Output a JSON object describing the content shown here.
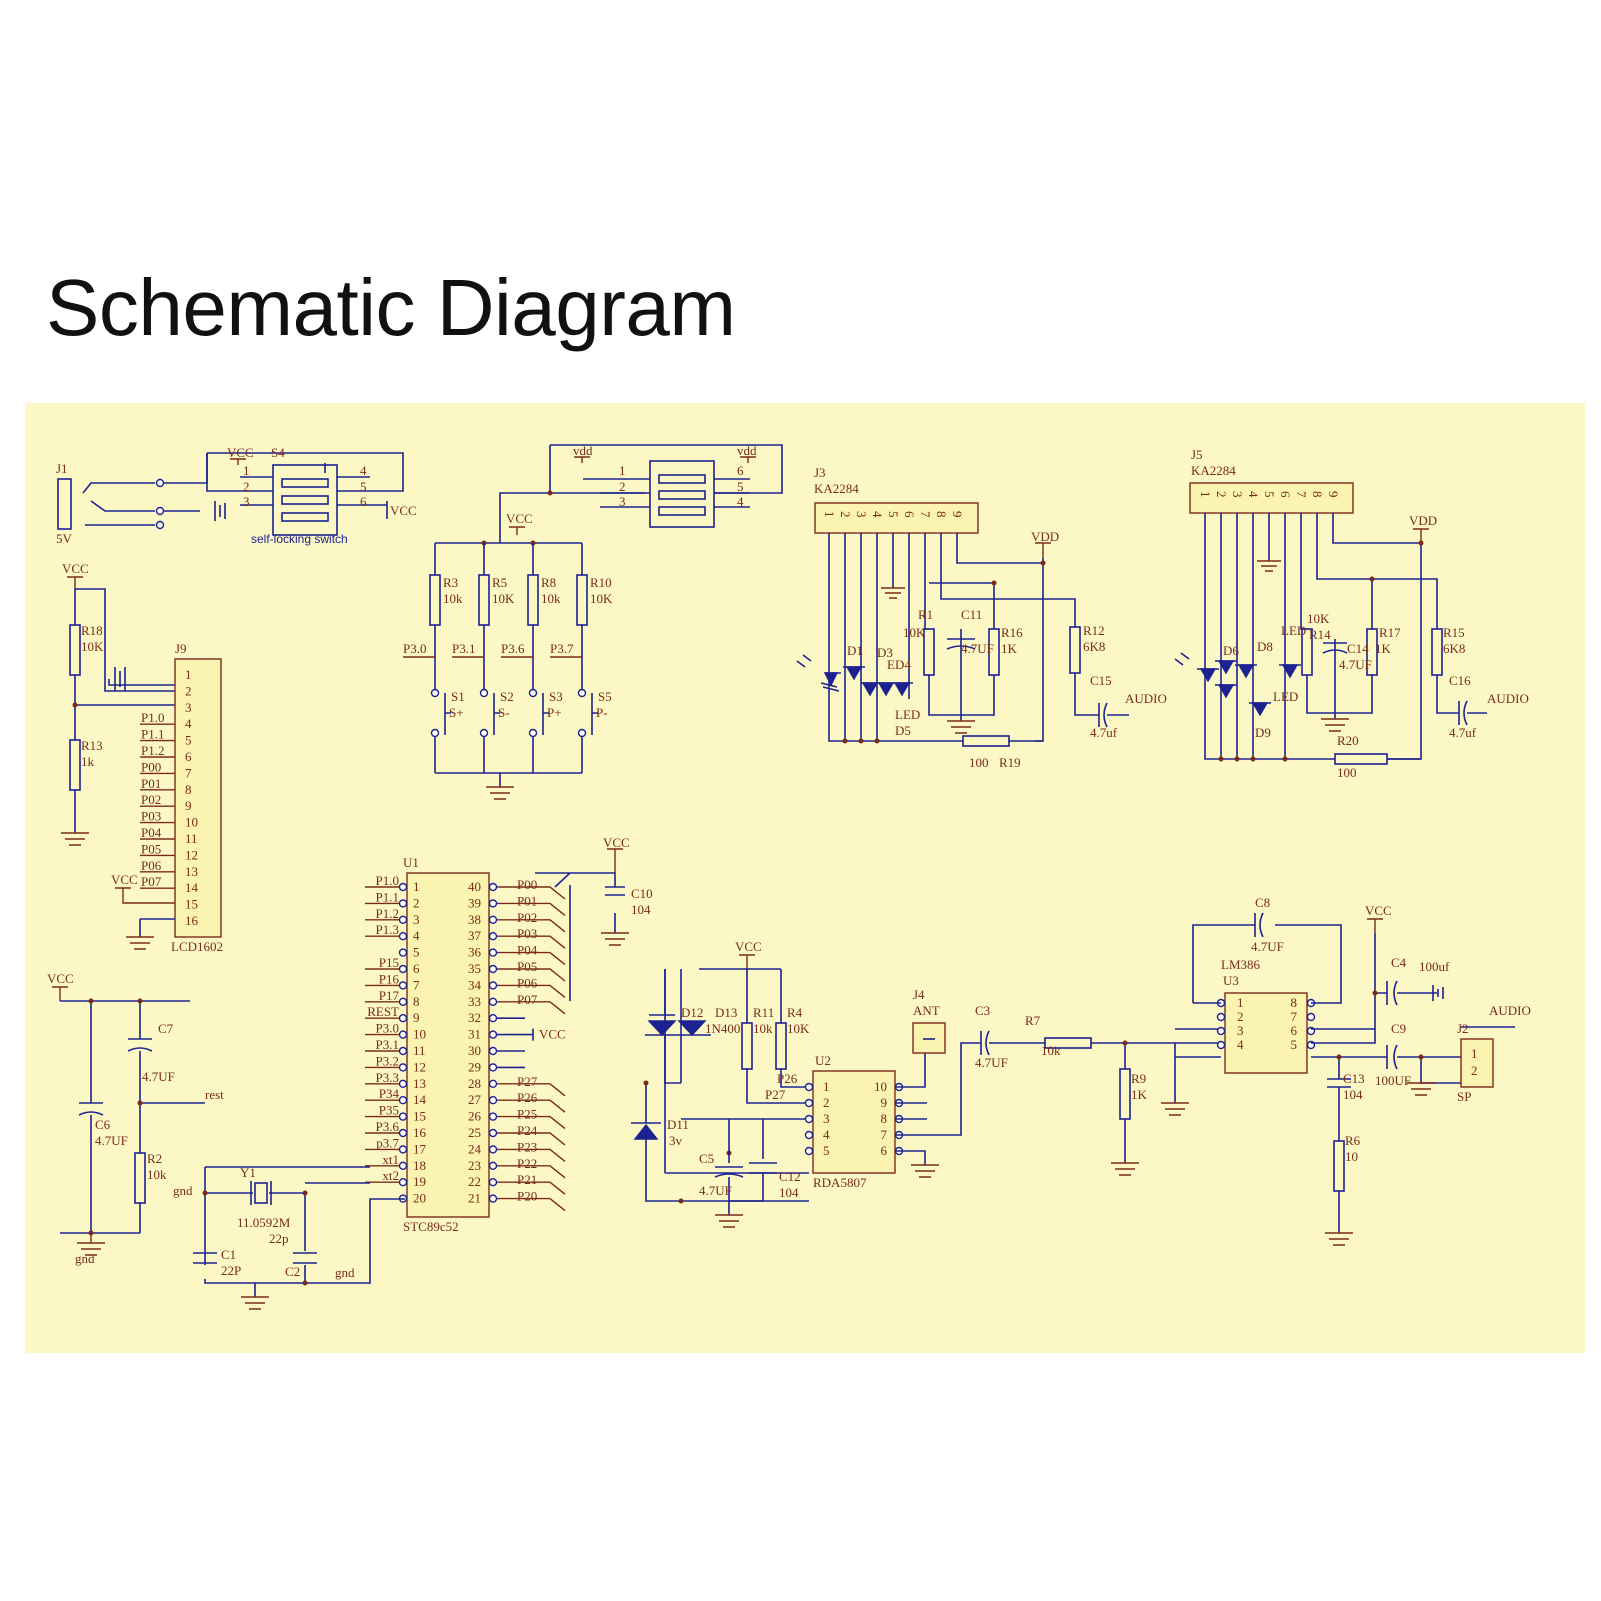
{
  "title": "Schematic Diagram",
  "colors": {
    "background": "#fcf8c6",
    "wire": "#1c2290",
    "label": "#7a2a1a",
    "chip": "#fbf3b0"
  },
  "power": {
    "j1": "J1",
    "j1_value": "5V",
    "s4": "S4",
    "s4_caption": "self-locking switch",
    "s4_vcc": "VCC",
    "s4_vcc2": "VCC",
    "s4_pins": [
      "1",
      "2",
      "3",
      "4",
      "5",
      "6"
    ],
    "s_vdd": "vdd",
    "s_vdd2": "vdd",
    "s_pins": [
      "1",
      "2",
      "3",
      "6",
      "5",
      "4"
    ]
  },
  "buttons": {
    "vcc": "VCC",
    "resistors": [
      {
        "ref": "R3",
        "value": "10k",
        "net": "P3.0",
        "sw": "S1",
        "func": "S+"
      },
      {
        "ref": "R5",
        "value": "10K",
        "net": "P3.1",
        "sw": "S2",
        "func": "S-"
      },
      {
        "ref": "R8",
        "value": "10k",
        "net": "P3.6",
        "sw": "S3",
        "func": "P+"
      },
      {
        "ref": "R10",
        "value": "10K",
        "net": "P3.7",
        "sw": "S5",
        "func": "P-"
      }
    ]
  },
  "lcd": {
    "ref": "J9",
    "name": "LCD1602",
    "vcc": "VCC",
    "vcc2": "VCC",
    "r18": "R18",
    "r18_value": "10K",
    "r13": "R13",
    "r13_value": "1k",
    "pins": [
      "1",
      "2",
      "3",
      "4",
      "5",
      "6",
      "7",
      "8",
      "9",
      "10",
      "11",
      "12",
      "13",
      "14",
      "15",
      "16"
    ],
    "nets": [
      "P1.0",
      "P1.1",
      "P1.2",
      "P00",
      "P01",
      "P02",
      "P03",
      "P04",
      "P05",
      "P06",
      "P07"
    ]
  },
  "mcu": {
    "ref": "U1",
    "name": "STC89c52",
    "left_pins": [
      "1",
      "2",
      "3",
      "4",
      "5",
      "6",
      "7",
      "8",
      "9",
      "10",
      "11",
      "12",
      "13",
      "14",
      "15",
      "16",
      "17",
      "18",
      "19",
      "20"
    ],
    "right_pins": [
      "40",
      "39",
      "38",
      "37",
      "36",
      "35",
      "34",
      "33",
      "32",
      "31",
      "30",
      "29",
      "28",
      "27",
      "26",
      "25",
      "24",
      "23",
      "22",
      "21"
    ],
    "left_nets": [
      "P1.0",
      "P1.1",
      "P1.2",
      "P1.3",
      "",
      "P15",
      "P16",
      "P17",
      "REST",
      "P3.0",
      "P3.1",
      "P3.2",
      "P3.3",
      "P34",
      "P35",
      "P3.6",
      "p3.7",
      "xt1",
      "xt2",
      ""
    ],
    "right_nets": [
      "P00",
      "P01",
      "P02",
      "P03",
      "P04",
      "P05",
      "P06",
      "P07",
      "",
      "VCC",
      "",
      "",
      "P27",
      "P26",
      "P25",
      "P24",
      "P23",
      "P22",
      "P21",
      "P20"
    ],
    "c10": "C10",
    "c10_value": "104",
    "vcc": "VCC"
  },
  "reset": {
    "vcc": "VCC",
    "c7": "C7",
    "c7_value": "4.7UF",
    "c6": "C6",
    "c6_value": "4.7UF",
    "rest": "rest",
    "r2": "R2",
    "r2_value": "10k",
    "gnd": "gnd",
    "gnd2": "gnd"
  },
  "crystal": {
    "y1": "Y1",
    "y1_value": "11.0592M",
    "c2_value": "22p",
    "c1": "C1",
    "c1_value": "22P",
    "c2": "C2"
  },
  "vu_left": {
    "ref": "J3",
    "name": "KA2284",
    "pins": [
      "1",
      "2",
      "3",
      "4",
      "5",
      "6",
      "7",
      "8",
      "9"
    ],
    "vdd": "VDD",
    "d1": "D1",
    "d3": "D3",
    "d4": "ED4",
    "d5": "D5",
    "led": "LED",
    "r1": "R1",
    "r1_value": "10K",
    "c11": "C11",
    "c11_value": "4.7UF",
    "r16": "R16",
    "r16_value": "1K",
    "r12": "R12",
    "r12_value": "6K8",
    "c15": "C15",
    "c15_value": "4.7uf",
    "audio": "AUDIO",
    "r19": "R19",
    "r19_value": "100"
  },
  "vu_right": {
    "ref": "J5",
    "name": "KA2284",
    "pins": [
      "1",
      "2",
      "3",
      "4",
      "5",
      "6",
      "7",
      "8",
      "9"
    ],
    "vdd": "VDD",
    "d6": "D6",
    "d8": "D8",
    "d9": "D9",
    "led": "LED",
    "led2": "LED",
    "r14": "R14",
    "r14_value": "10K",
    "c14": "C14",
    "c14_value": "4.7UF",
    "r17": "R17",
    "r17_value": "1K",
    "r15": "R15",
    "r15_value": "6K8",
    "c16": "C16",
    "c16_value": "4.7uf",
    "audio": "AUDIO",
    "r20": "R20",
    "r20_value": "100"
  },
  "radio": {
    "vcc": "VCC",
    "d12": "D12",
    "d13": "D13",
    "d13_value": "1N400",
    "r11": "R11",
    "r11_value": "10k",
    "r4": "R4",
    "r4_value": "10K",
    "d11": "D11",
    "d11_value": "3v",
    "c5": "C5",
    "c5_value": "4.7UF",
    "c12": "C12",
    "c12_value": "104",
    "u2": "U2",
    "u2_name": "RDA5807",
    "left_pins": [
      "1",
      "2",
      "3",
      "4",
      "5"
    ],
    "right_pins": [
      "10",
      "9",
      "8",
      "7",
      "6"
    ],
    "p26": "P26",
    "p27": "P27",
    "j4": "J4",
    "j4_name": "ANT"
  },
  "amp": {
    "c3": "C3",
    "c3_value": "4.7UF",
    "r7": "R7",
    "r7_value": "10k",
    "r9": "R9",
    "r9_value": "1K",
    "c8": "C8",
    "c8_value": "4.7UF",
    "u3": "U3",
    "u3_name": "LM386",
    "left_pins": [
      "1",
      "2",
      "3",
      "4"
    ],
    "right_pins": [
      "8",
      "7",
      "6",
      "5"
    ],
    "vcc": "VCC",
    "c4": "C4",
    "c4_value": "100uf",
    "c9": "C9",
    "c9_value": "100UF",
    "c13": "C13",
    "c13_value": "104",
    "r6": "R6",
    "r6_value": "10",
    "j2": "J2",
    "j2_name": "SP",
    "j2_pins": [
      "1",
      "2"
    ],
    "audio": "AUDIO"
  }
}
